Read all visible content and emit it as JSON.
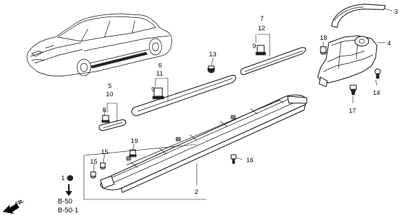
{
  "callouts": {
    "c1": "1",
    "c2": "2",
    "c3": "3",
    "c4": "4",
    "c5": "5",
    "c10": "10",
    "c8": "8",
    "c6": "6",
    "c11": "11",
    "c9a": "9",
    "c7": "7",
    "c12": "12",
    "c9b": "9",
    "c13": "13",
    "c14": "14",
    "c15a": "15",
    "c15b": "15",
    "c16": "16",
    "c17": "17",
    "c18": "18",
    "c19": "19"
  },
  "references": {
    "ref1": "B-50",
    "ref2": "B-50-1"
  },
  "direction": {
    "label": "FR."
  },
  "icons": {
    "arrow": "down-arrow-icon",
    "front": "front-arrow-icon"
  }
}
